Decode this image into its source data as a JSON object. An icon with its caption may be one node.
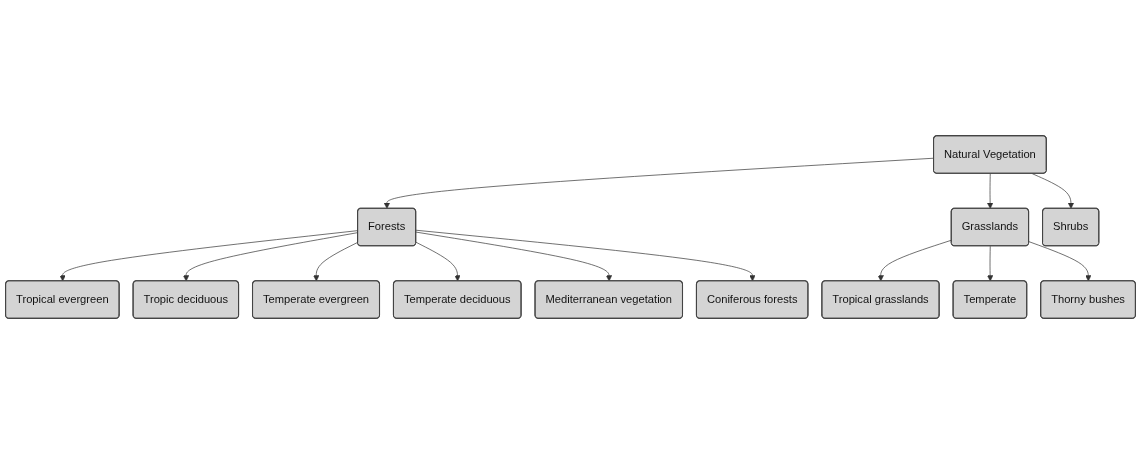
{
  "diagram": {
    "nodes": [
      {
        "text": [
          "Natural Vegetation"
        ]
      },
      {
        "text": [
          "Forests"
        ]
      },
      {
        "text": [
          "Grasslands"
        ]
      },
      {
        "text": [
          "Shrubs"
        ]
      },
      {
        "text": [
          "Tropical evergreen"
        ]
      },
      {
        "text": [
          "Tropic deciduous"
        ]
      },
      {
        "text": [
          "Temperate evergreen"
        ]
      },
      {
        "text": [
          "Temperate deciduous"
        ]
      },
      {
        "text": [
          "Mediterranean vegetation"
        ]
      },
      {
        "text": [
          "Coniferous forests"
        ]
      },
      {
        "text": [
          "Tropical grasslands"
        ]
      },
      {
        "text": [
          "Temperate"
        ]
      },
      {
        "text": [
          "Thorny bushes"
        ]
      }
    ],
    "edges": [
      {
        "from": 0,
        "to": 1,
        "arrow": "to"
      },
      {
        "from": 0,
        "to": 2,
        "arrow": "to"
      },
      {
        "from": 0,
        "to": 3,
        "arrow": "to"
      },
      {
        "from": 1,
        "to": 4,
        "arrow": "to"
      },
      {
        "from": 1,
        "to": 5,
        "arrow": "to"
      },
      {
        "from": 1,
        "to": 6,
        "arrow": "to"
      },
      {
        "from": 1,
        "to": 7,
        "arrow": "to"
      },
      {
        "from": 1,
        "to": 8,
        "arrow": "to"
      },
      {
        "from": 1,
        "to": 9,
        "arrow": "to"
      },
      {
        "from": 2,
        "to": 10,
        "arrow": "to"
      },
      {
        "from": 2,
        "to": 11,
        "arrow": "to"
      },
      {
        "from": 2,
        "to": 12,
        "arrow": "to"
      }
    ]
  }
}
